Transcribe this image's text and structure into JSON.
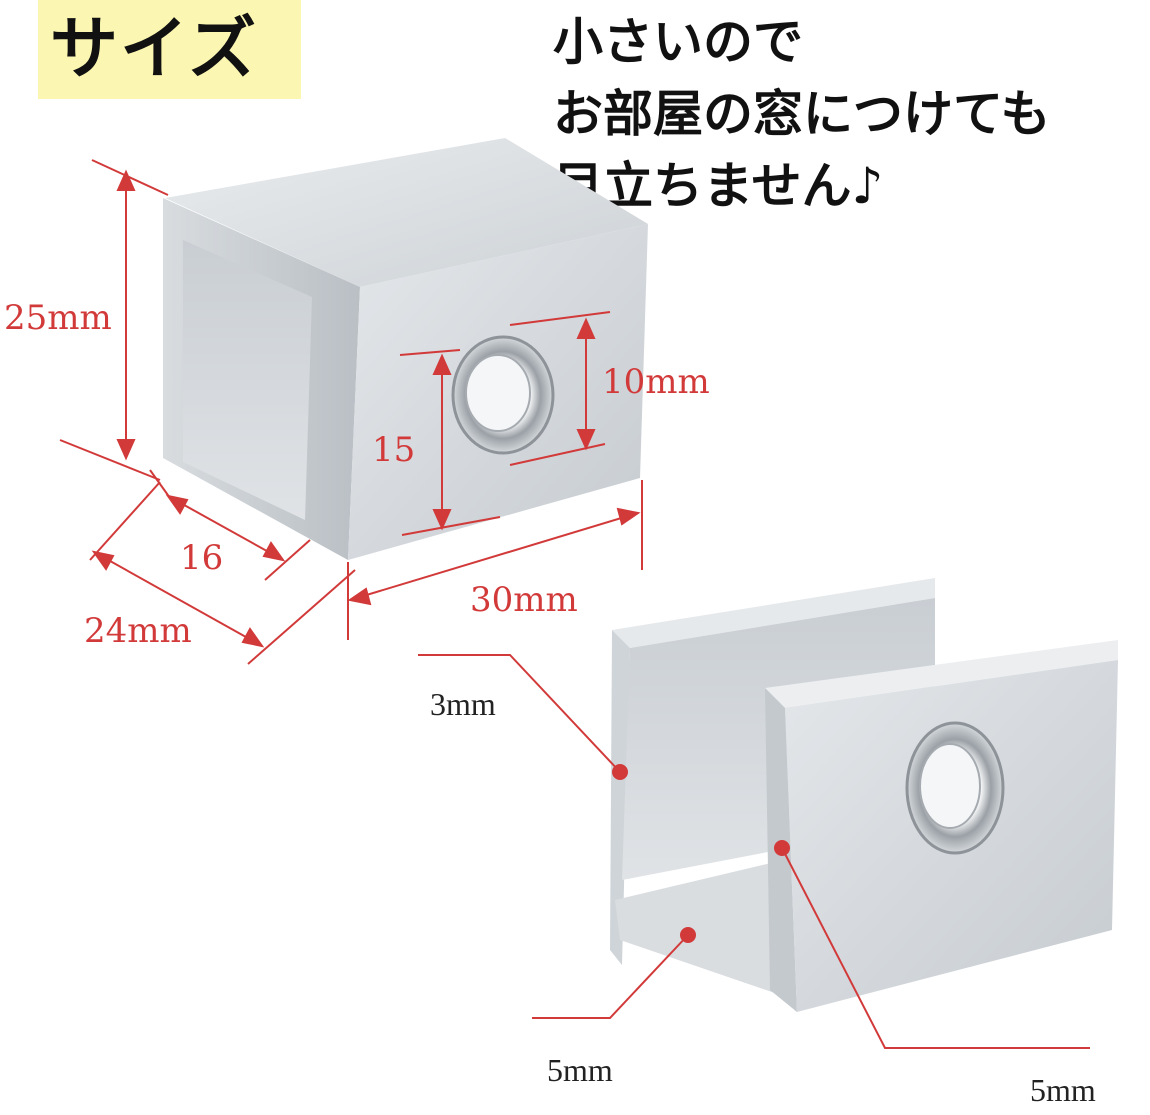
{
  "title": "サイズ",
  "tagline": {
    "line1": "小さいので",
    "line2": "お部屋の窓につけても",
    "line3": "目立ちません♪"
  },
  "dimensions_top": {
    "height": "25mm",
    "hole_outer": "15",
    "hole_inner": "10mm",
    "inner_depth": "16",
    "depth": "24mm",
    "width": "30mm"
  },
  "dimensions_bottom": {
    "wall_back": "3mm",
    "wall_bottom": "5mm",
    "wall_front": "5mm"
  },
  "colors": {
    "title_bg": "#fbf7b2",
    "dimension_red": "#d23a3a",
    "aluminum": "#cfd4d8"
  }
}
